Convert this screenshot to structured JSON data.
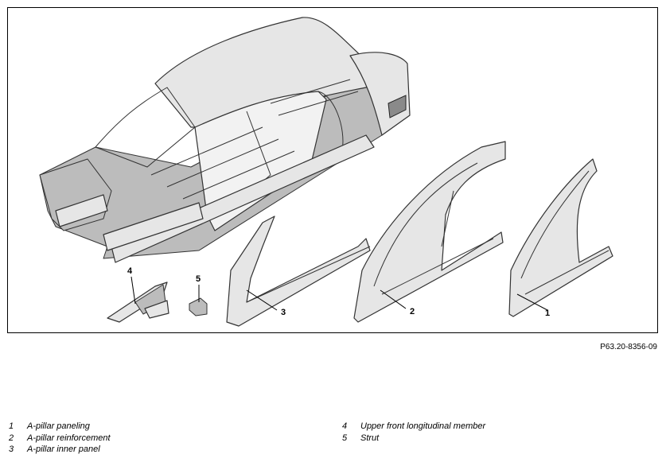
{
  "figure": {
    "code": "P63.20-8356-09",
    "callouts": [
      "1",
      "2",
      "3",
      "4",
      "5"
    ]
  },
  "legend": [
    {
      "num": "1",
      "label": "A-pillar paneling"
    },
    {
      "num": "2",
      "label": "A-pillar reinforcement"
    },
    {
      "num": "3",
      "label": "A-pillar inner panel"
    },
    {
      "num": "4",
      "label": "Upper front longitudinal member"
    },
    {
      "num": "5",
      "label": "Strut"
    }
  ]
}
